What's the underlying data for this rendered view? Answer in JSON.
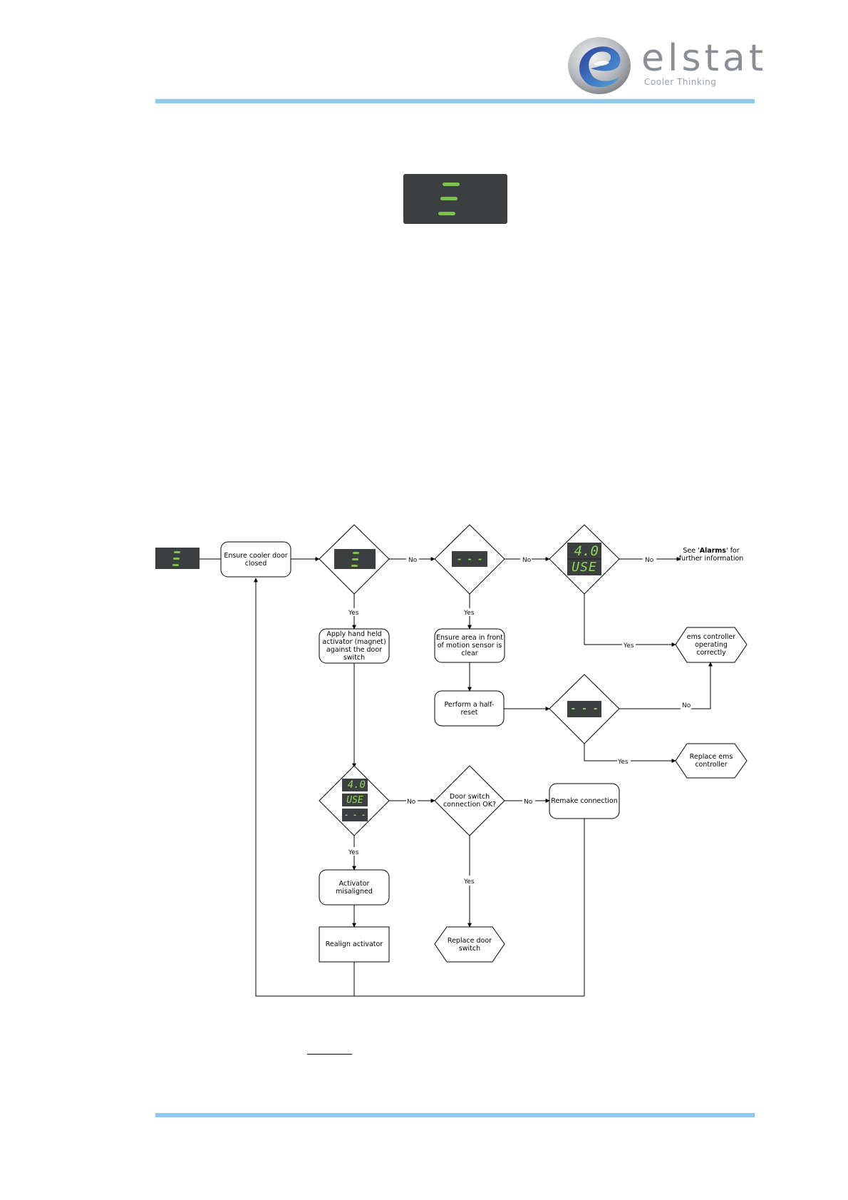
{
  "header": {
    "brand_name": "elstat",
    "tagline": "Cooler Thinking",
    "colors": {
      "rule": "#8ec8ee",
      "display_bg": "#3c3f40",
      "segment_on": "#7cc24a",
      "segment_text": "#8fd65a"
    }
  },
  "icons": {
    "logo": "elstat-logo-icon",
    "display": "seven-segment-display-icon"
  },
  "flowchart": {
    "nodes": {
      "start_display": "",
      "ensure_closed": "Ensure cooler door closed",
      "check_display_1": "",
      "check_dashes_1": "- - -",
      "check_alarm_1_top": "4.0",
      "check_alarm_1_bottom": "USE",
      "see_alarms_prefix": "See '",
      "see_alarms_bold": "Alarms",
      "see_alarms_suffix": "' for further information",
      "apply_activator": "Apply hand held activator (magnet) against the door switch",
      "ensure_area": "Ensure area in front of motion sensor is clear",
      "ems_ok": "ems controller operating correctly",
      "half_reset": "Perform a half-reset",
      "check_dashes_2": "- - -",
      "replace_ems": "Replace ems controller",
      "check_multi_top": "4.0",
      "check_multi_mid": "USE",
      "check_multi_bottom": "- - -",
      "door_switch_ok": "Door switch connection OK?",
      "remake": "Remake connection",
      "activator_misaligned": "Activator misaligned",
      "realign": "Realign activator",
      "replace_switch": "Replace door switch"
    },
    "edge_labels": {
      "no": "No",
      "yes": "Yes"
    }
  }
}
